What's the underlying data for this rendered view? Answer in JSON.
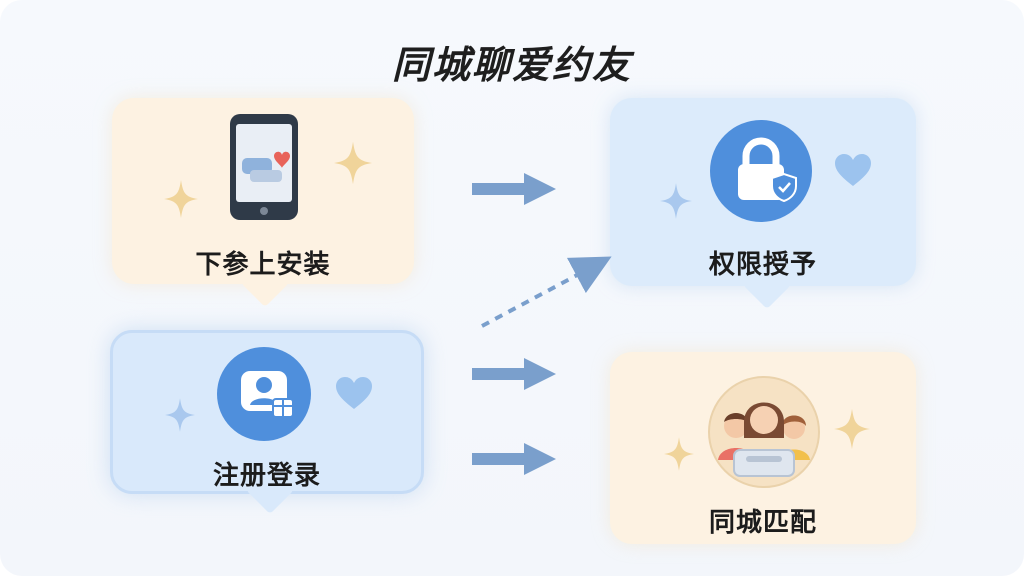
{
  "title": "同城聊爱约友",
  "steps": [
    {
      "label": "下参上安装",
      "icon": "smartphone-chat-icon"
    },
    {
      "label": "注册登录",
      "icon": "user-profile-gift-icon"
    },
    {
      "label": "权限授予",
      "icon": "padlock-shield-icon"
    },
    {
      "label": "同城匹配",
      "icon": "people-group-icon"
    }
  ],
  "colors": {
    "warm_card": "#fdf3e4",
    "blue_card": "#dcebfb",
    "blue_card_border": "#c9def6",
    "arrow": "#7a9fcc",
    "badge_blue": "#4f8fdc",
    "heart_blue": "#9cc3ee",
    "sparkle_gold": "#f0d49a",
    "sparkle_blue": "#a9c8ee"
  }
}
